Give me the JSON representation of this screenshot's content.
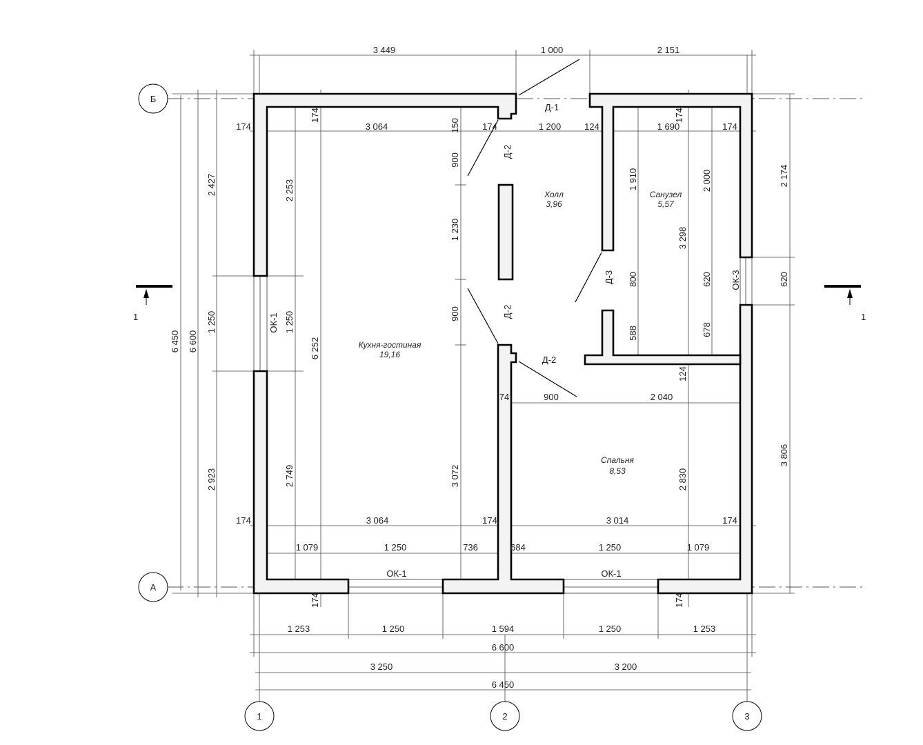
{
  "grid_axes": {
    "b": "Б",
    "a": "А",
    "n1": "1",
    "n2": "2",
    "n3": "3"
  },
  "section_marks": {
    "left": "1",
    "right": "1"
  },
  "rooms": [
    {
      "name": "Холл",
      "area": "3,96"
    },
    {
      "name": "Санузел",
      "area": "5,57"
    },
    {
      "name": "Кухня-гостиная",
      "area": "19,16"
    },
    {
      "name": "Спальня",
      "area": "8,53"
    }
  ],
  "marks": {
    "d1": "Д-1",
    "d2a": "Д-2",
    "d2b": "Д-2",
    "d2c": "Д-2",
    "d3": "Д-3",
    "ok1_left": "ОК-1",
    "ok3": "ОК-3",
    "ok1_a": "ОК-1",
    "ok1_b": "ОК-1"
  },
  "dims_top": [
    "3 449",
    "1 000",
    "2 151"
  ],
  "dims_row2": [
    "174",
    "3 064",
    "174",
    "1 200",
    "124",
    "1 690",
    "174"
  ],
  "dims_top_vert": [
    "174",
    "150",
    "174"
  ],
  "dims_left": [
    "6 450",
    "6 600",
    "2 427",
    "1 250",
    "2 923",
    "2 253",
    "1 250",
    "2 749",
    "6 252"
  ],
  "dims_mid_vert": [
    "900",
    "1 230",
    "900",
    "3 072"
  ],
  "dims_right_inner": [
    "1 910",
    "800",
    "588",
    "2 000",
    "620",
    "678",
    "3 298",
    "124",
    "2 830"
  ],
  "dims_right": [
    "2 174",
    "620",
    "3 806"
  ],
  "dims_mid": [
    "74",
    "900",
    "2 040"
  ],
  "dims_row_bottom1": [
    "174",
    "3 064",
    "174",
    "3 014",
    "174"
  ],
  "dims_row_bottom2": [
    "1 079",
    "1 250",
    "736",
    "684",
    "1 250",
    "1 079"
  ],
  "dims_bottom_vert": [
    "174",
    "174"
  ],
  "dims_outer1": [
    "1 253",
    "1 250",
    "1 594",
    "1 250",
    "1 253"
  ],
  "dims_outer_total": "6 600",
  "dims_axes": [
    "3 250",
    "3 200"
  ],
  "dims_axes_total": "6 450"
}
